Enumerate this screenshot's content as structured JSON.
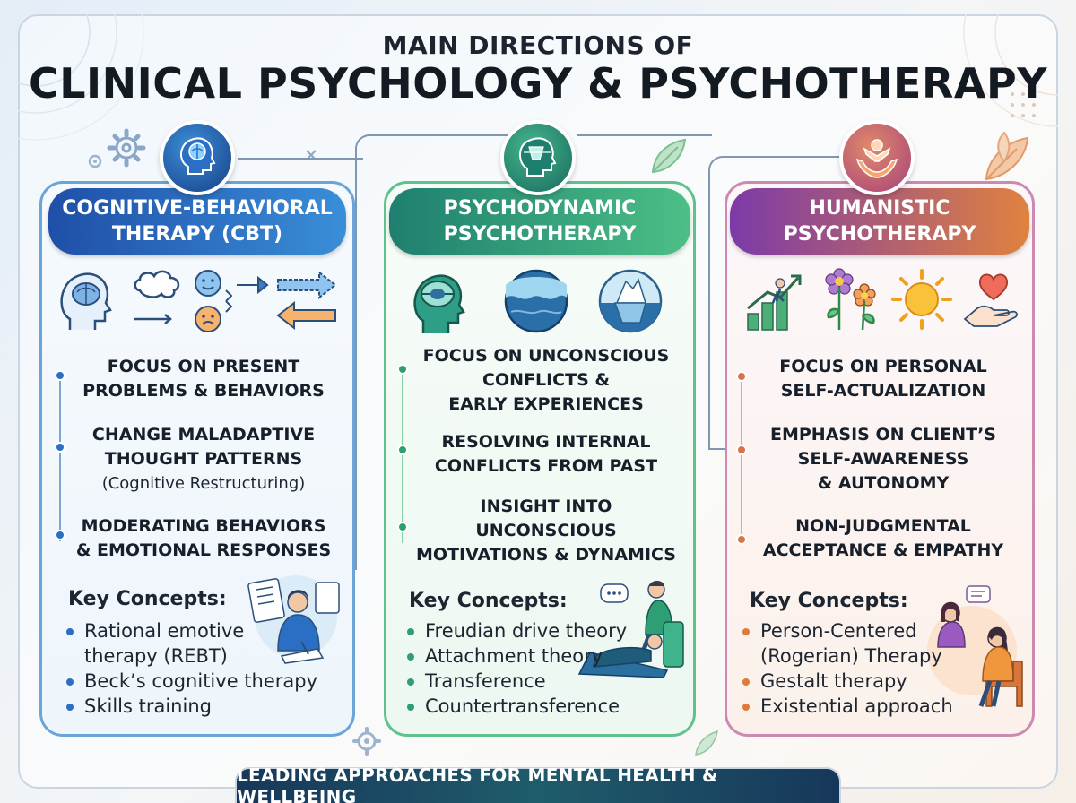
{
  "title_line1": "MAIN DIRECTIONS OF",
  "title_line2": "CLINICAL PSYCHOLOGY & PSYCHOTHERAPY",
  "footer": "LEADING APPROACHES FOR MENTAL HEALTH & WELLBEING",
  "colors": {
    "cbt": "#2a6fc4",
    "psychodynamic": "#2e9e74",
    "humanistic": "#d9744a"
  },
  "panels": {
    "cbt": {
      "title1": "COGNITIVE-BEHAVIORAL",
      "title2": "THERAPY (CBT)",
      "icons": [
        "brain-head-icon",
        "thought-cloud-icon",
        "arrow-right-icon",
        "emotion-faces-icon",
        "swap-arrows-icon"
      ],
      "points": [
        {
          "lines": [
            "FOCUS ON PRESENT",
            "PROBLEMS & BEHAVIORS"
          ]
        },
        {
          "lines": [
            "CHANGE MALADAPTIVE",
            "THOUGHT PATTERNS"
          ],
          "sub": "(Cognitive Restructuring)"
        },
        {
          "lines": [
            "MODERATING BEHAVIORS",
            "& EMOTIONAL RESPONSES"
          ]
        }
      ],
      "key_concepts_title": "Key Concepts:",
      "key_concepts": [
        "Rational emotive",
        "therapy (REBT)",
        "Beck’s cognitive therapy",
        "Skills training"
      ]
    },
    "psychodynamic": {
      "title1": "PSYCHODYNAMIC",
      "title2": "PSYCHOTHERAPY",
      "icons": [
        "head-layers-icon",
        "water-depth-icon",
        "iceberg-icon"
      ],
      "points": [
        {
          "lines": [
            "FOCUS ON UNCONSCIOUS",
            "CONFLICTS &",
            "EARLY EXPERIENCES"
          ]
        },
        {
          "lines": [
            "RESOLVING INTERNAL",
            "CONFLICTS FROM PAST"
          ]
        },
        {
          "lines": [
            "INSIGHT INTO",
            "UNCONSCIOUS",
            "MOTIVATIONS & DYNAMICS"
          ]
        }
      ],
      "key_concepts_title": "Key Concepts:",
      "key_concepts": [
        "Freudian drive theory",
        "Attachment theory",
        "Transference",
        "Countertransference"
      ]
    },
    "humanistic": {
      "title1": "HUMANISTIC",
      "title2": "PSYCHOTHERAPY",
      "icons": [
        "growth-chart-icon",
        "flowers-icon",
        "sun-icon",
        "heart-hand-icon"
      ],
      "points": [
        {
          "lines": [
            "FOCUS ON PERSONAL",
            "SELF-ACTUALIZATION"
          ]
        },
        {
          "lines": [
            "EMPHASIS ON CLIENT’S",
            "SELF-AWARENESS",
            "& AUTONOMY"
          ]
        },
        {
          "lines": [
            "NON-JUDGMENTAL",
            "ACCEPTANCE & EMPATHY"
          ]
        }
      ],
      "key_concepts_title": "Key Concepts:",
      "key_concepts": [
        "Person-Centered",
        "(Rogerian) Therapy",
        "Gestalt therapy",
        "Existential approach"
      ]
    }
  }
}
